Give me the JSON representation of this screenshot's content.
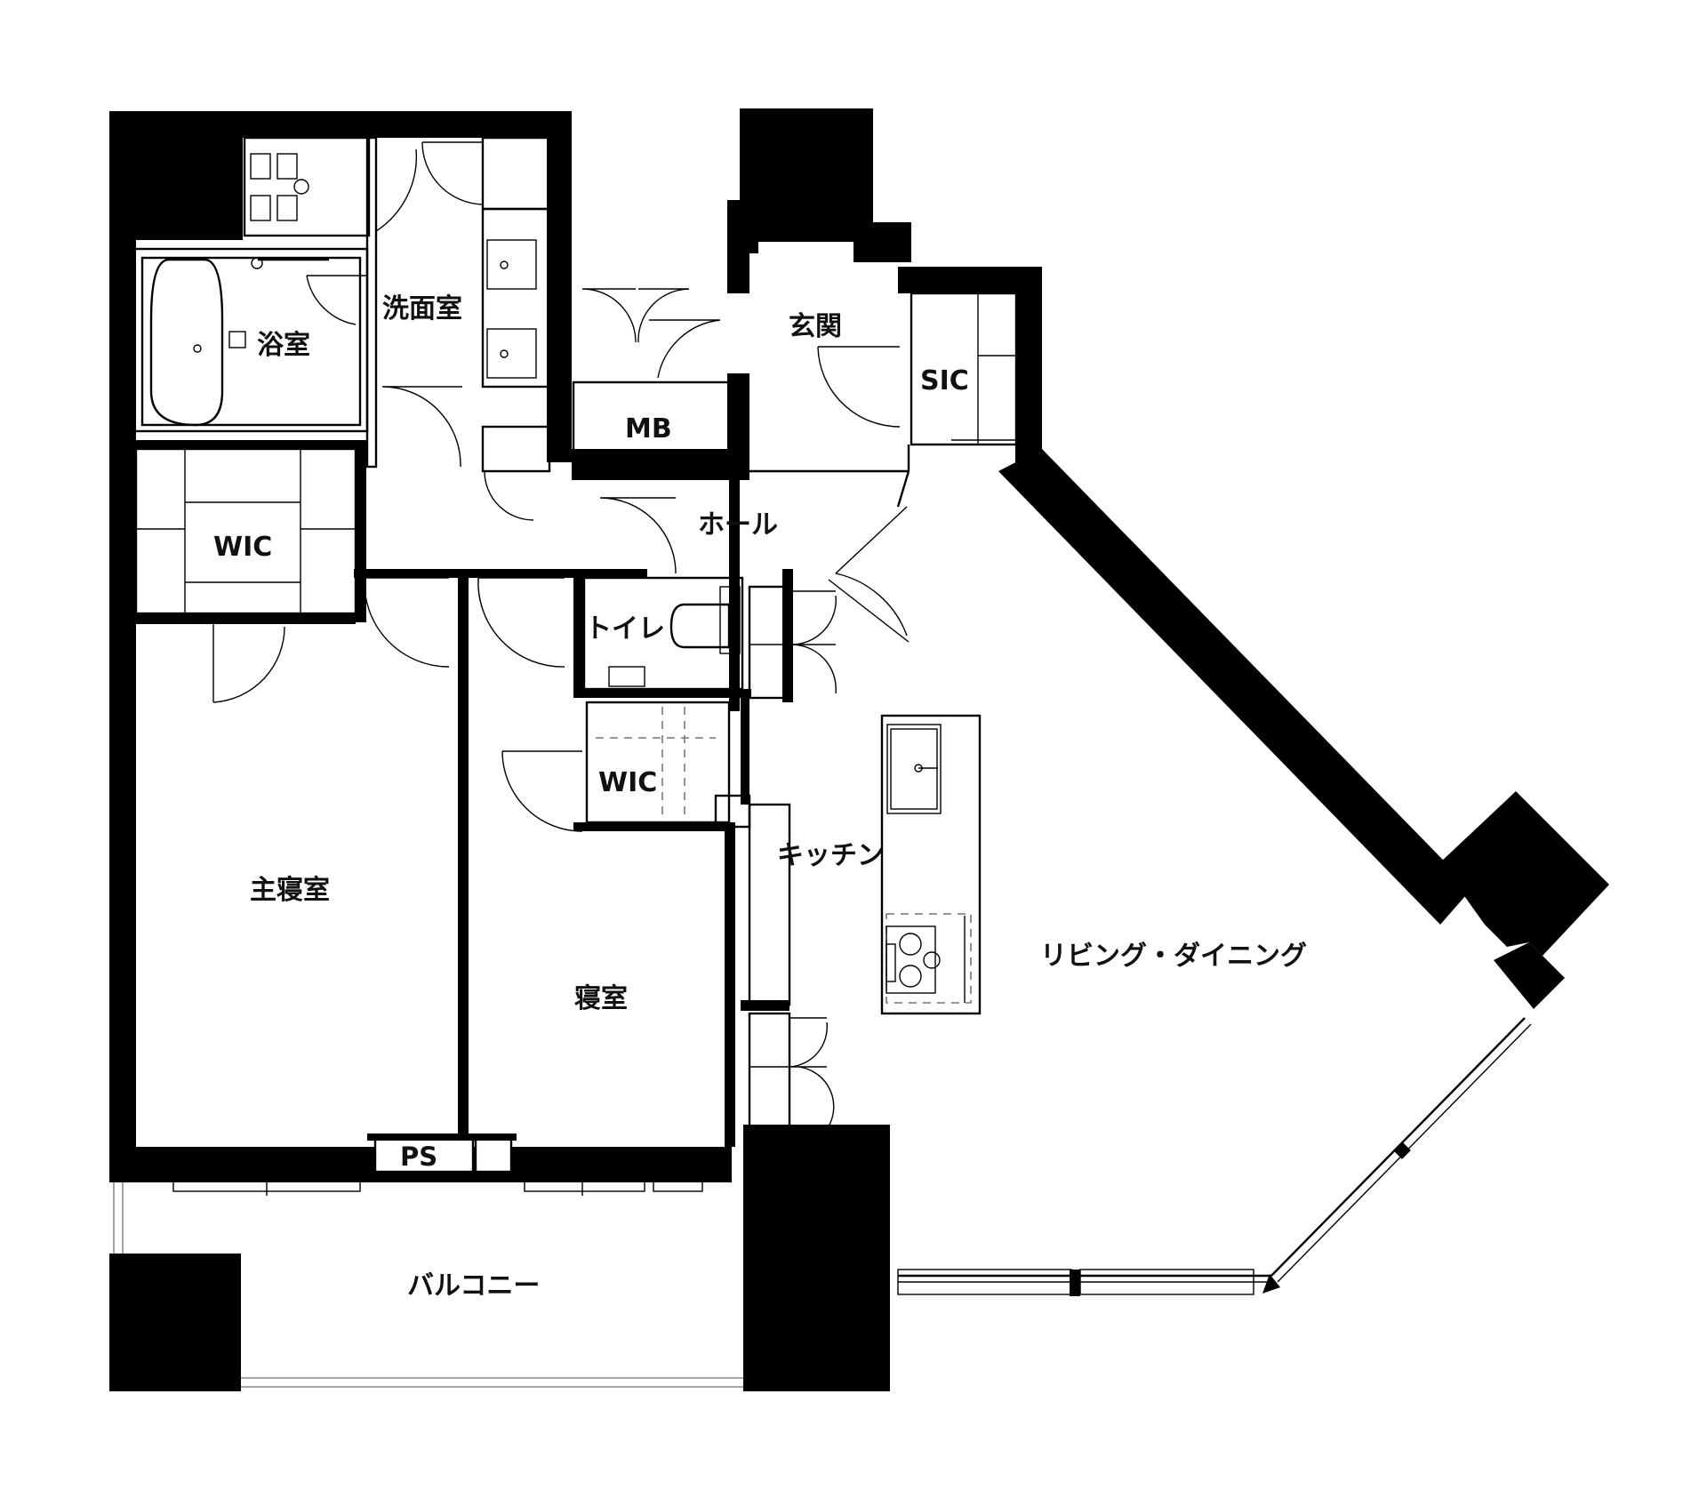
{
  "rooms": {
    "bath": "浴室",
    "washroom": "洗面室",
    "entrance": "玄関",
    "sic": "SIC",
    "mb": "MB",
    "hall": "ホール",
    "wic_left": "WIC",
    "toilet": "トイレ",
    "wic_center": "WIC",
    "master_bedroom": "主寝室",
    "bedroom": "寝室",
    "kitchen": "キッチン",
    "living_dining": "リビング・ダイニング",
    "ps": "PS",
    "balcony": "バルコニー"
  },
  "colors": {
    "wall": "#000000",
    "line": "#000000",
    "background": "#ffffff"
  }
}
